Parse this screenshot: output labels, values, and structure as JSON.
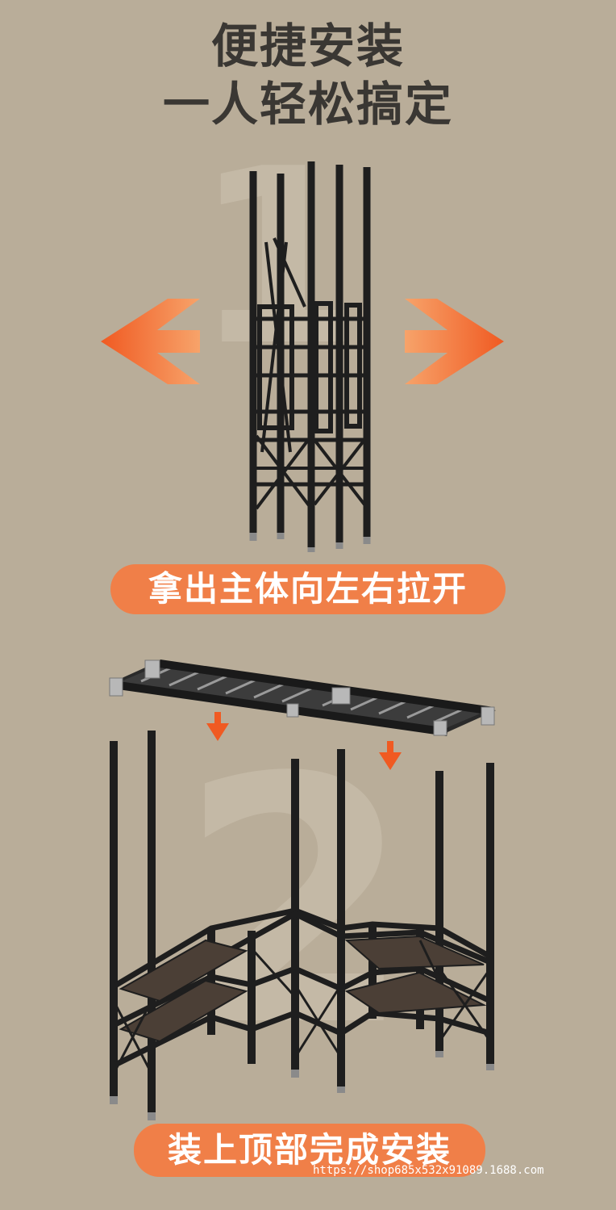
{
  "header": {
    "title_line1": "便捷安装",
    "title_line2": "一人轻松搞定"
  },
  "steps": [
    {
      "number": "1",
      "caption": "拿出主体向左右拉开"
    },
    {
      "number": "2",
      "caption": "装上顶部完成安装"
    }
  ],
  "watermark": "https://shop685x532x91089.1688.com",
  "colors": {
    "background": "#b9ad99",
    "title": "#3a3733",
    "accent_orange": "#f07f48",
    "frame_black": "#1e1e1e"
  }
}
